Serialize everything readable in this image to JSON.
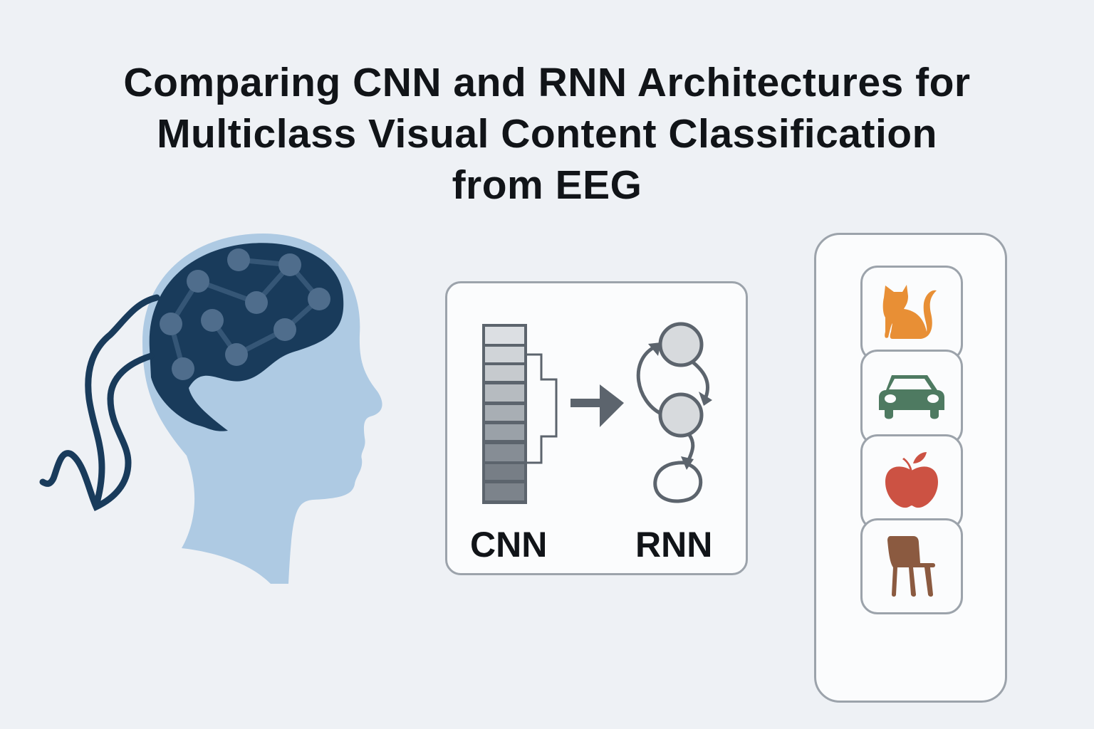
{
  "title": {
    "lines": [
      "Comparing CNN and RNN Architectures for",
      "Multiclass Visual Content Classification",
      "from EEG"
    ]
  },
  "architectures": {
    "cnn_label": "CNN",
    "rnn_label": "RNN"
  },
  "classes": [
    {
      "name": "cat",
      "icon": "cat-icon",
      "color": "#e88f35"
    },
    {
      "name": "car",
      "icon": "car-icon",
      "color": "#4e7a61"
    },
    {
      "name": "apple",
      "icon": "apple-icon",
      "color": "#cc5243"
    },
    {
      "name": "chair",
      "icon": "chair-icon",
      "color": "#8b5a40"
    }
  ],
  "colors": {
    "head": "#aecae3",
    "brain": "#193b5b",
    "electrode": "#4f6d8c",
    "diagram_gray": "#5c646d"
  }
}
